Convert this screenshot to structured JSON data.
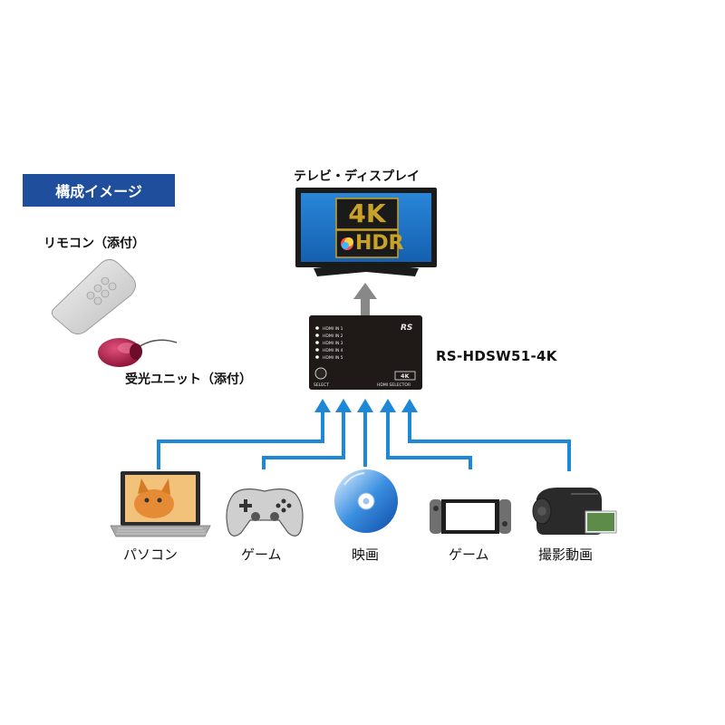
{
  "heading": "構成イメージ",
  "tv": {
    "label": "テレビ・ディスプレイ",
    "badge_4k": "4K",
    "badge_hdr": "HDR"
  },
  "remote": {
    "label": "リモコン（添付）"
  },
  "receiver": {
    "label": "受光ユニット（添付）"
  },
  "selector": {
    "model": "RS-HDSW51-4K",
    "ports": [
      "HDMI IN 1",
      "HDMI IN 2",
      "HDMI IN 3",
      "HDMI IN 4",
      "HDMI IN 5"
    ],
    "select_label": "SELECT",
    "panel_label": "HDMI SELECTOR",
    "panel_badge": "4K",
    "brand": "RS"
  },
  "sources": [
    {
      "label": "パソコン"
    },
    {
      "label": "ゲーム"
    },
    {
      "label": "映画"
    },
    {
      "label": "ゲーム"
    },
    {
      "label": "撮影動画"
    }
  ],
  "colors": {
    "heading_bg": "#1f4e9c",
    "cable": "#1e88d8",
    "arrow_up": "#888888",
    "tv_screen": "#1a74c7",
    "badge_gold": "#c9a227"
  }
}
